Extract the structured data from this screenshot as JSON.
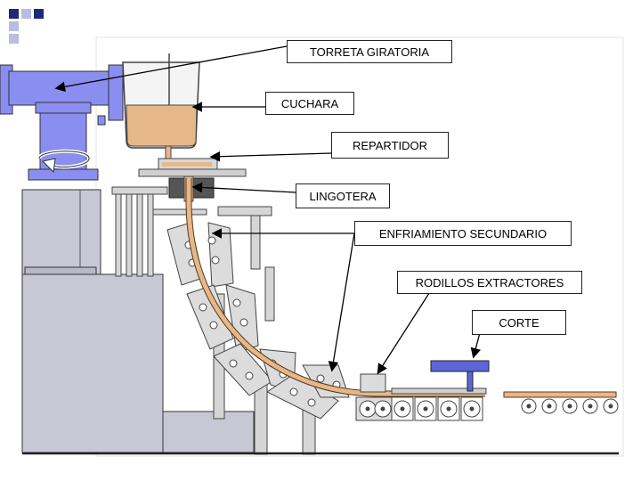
{
  "diagram": {
    "labels": {
      "torreta": "TORRETA GIRATORIA",
      "cuchara": "CUCHARA",
      "repartidor": "REPARTIDOR",
      "lingotera": "LINGOTERA",
      "enfriamiento": "ENFRIAMIENTO SECUNDARIO",
      "rodillos": "RODILLOS EXTRACTORES",
      "corte": "CORTE"
    },
    "colors": {
      "turret_blue": "#8a8ef0",
      "machine_gray": "#c8c8d4",
      "steel_orange": "#e6b889",
      "bullet_navy": "#1e2a78",
      "bullet_light": "#b9bde0",
      "cutter_blue": "#5d66d8"
    }
  }
}
